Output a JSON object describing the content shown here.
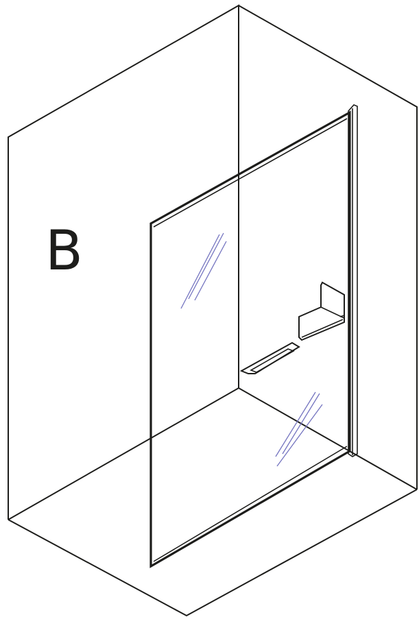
{
  "diagram": {
    "variant_label": "B",
    "colors": {
      "line": "#1d1d1b",
      "glass_reflection": "#7474c0",
      "background": "#ffffff"
    },
    "components": [
      "room-box",
      "glass-panel",
      "wall-profile",
      "upper-shelf",
      "lower-shelf",
      "glass-reflection-marks"
    ]
  }
}
